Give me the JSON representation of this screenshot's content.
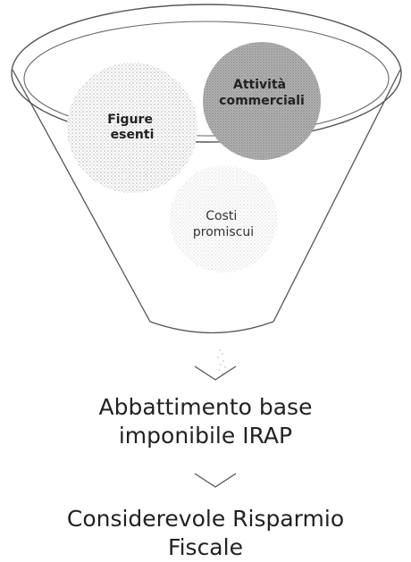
{
  "funnel": {
    "circles": [
      {
        "id": "figure-esenti",
        "lines": [
          "Figure",
          "esenti"
        ]
      },
      {
        "id": "attivita-commerciali",
        "lines": [
          "Attività",
          "commerciali"
        ]
      },
      {
        "id": "costi-promiscui",
        "lines": [
          "Costi",
          "promiscui"
        ]
      }
    ]
  },
  "results": [
    {
      "lines": [
        "Abbattimento base",
        "imponibile IRAP"
      ]
    },
    {
      "lines": [
        "Considerevole Risparmio",
        "Fiscale"
      ]
    }
  ],
  "colors": {
    "line": "#555555",
    "dots": "#8a8a8a",
    "text": "#222222",
    "background": "#ffffff"
  }
}
